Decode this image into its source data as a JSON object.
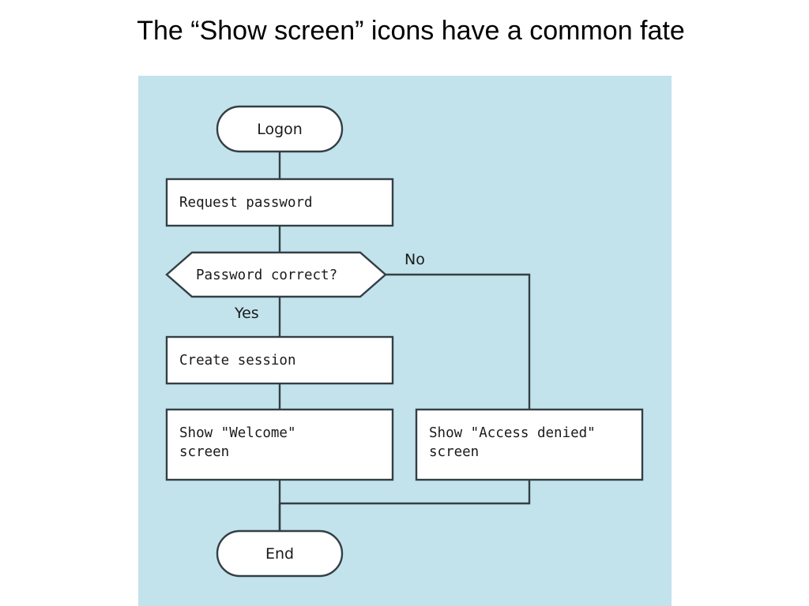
{
  "slide": {
    "title": "The “Show screen” icons have a common fate",
    "background_color": "#ffffff"
  },
  "diagram": {
    "panel_color": "#c2e3ec",
    "node_fill": "#ffffff",
    "stroke_color": "#333f45",
    "nodes": [
      {
        "id": "start",
        "type": "terminator",
        "label": "Logon"
      },
      {
        "id": "request",
        "type": "process",
        "label": "Request password"
      },
      {
        "id": "decision",
        "type": "decision",
        "label": "Password correct?"
      },
      {
        "id": "session",
        "type": "process",
        "label": "Create session"
      },
      {
        "id": "welcome",
        "type": "process",
        "label_line1": "Show \"Welcome\"",
        "label_line2": "screen"
      },
      {
        "id": "denied",
        "type": "process",
        "label_line1": "Show \"Access denied\"",
        "label_line2": "screen"
      },
      {
        "id": "end",
        "type": "terminator",
        "label": "End"
      }
    ],
    "branch_labels": {
      "yes": "Yes",
      "no": "No"
    }
  }
}
